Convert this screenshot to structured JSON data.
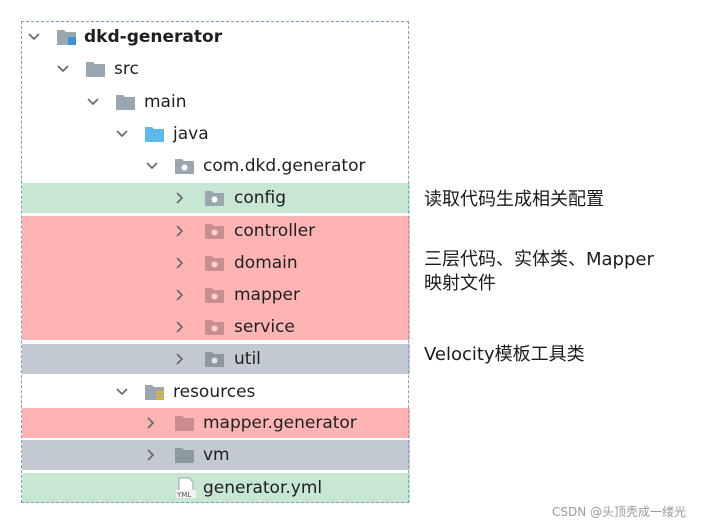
{
  "tree": {
    "rows": [
      {
        "label": "dkd-generator",
        "icon": "module-folder-icon",
        "expanded": true
      },
      {
        "label": "src",
        "icon": "folder-icon",
        "expanded": true
      },
      {
        "label": "main",
        "icon": "folder-icon",
        "expanded": true
      },
      {
        "label": "java",
        "icon": "source-root-folder-icon",
        "expanded": true
      },
      {
        "label": "com.dkd.generator",
        "icon": "package-icon",
        "expanded": true
      },
      {
        "label": "config",
        "icon": "package-icon",
        "expanded": false,
        "highlight": "green"
      },
      {
        "label": "controller",
        "icon": "package-icon",
        "expanded": false,
        "highlight": "red"
      },
      {
        "label": "domain",
        "icon": "package-icon",
        "expanded": false,
        "highlight": "red"
      },
      {
        "label": "mapper",
        "icon": "package-icon",
        "expanded": false,
        "highlight": "red"
      },
      {
        "label": "service",
        "icon": "package-icon",
        "expanded": false,
        "highlight": "red"
      },
      {
        "label": "util",
        "icon": "package-icon",
        "expanded": false,
        "highlight": "gray"
      },
      {
        "label": "resources",
        "icon": "resources-folder-icon",
        "expanded": true
      },
      {
        "label": "mapper.generator",
        "icon": "folder-icon",
        "expanded": false,
        "highlight": "red"
      },
      {
        "label": "vm",
        "icon": "folder-icon",
        "expanded": false,
        "highlight": "gray"
      },
      {
        "label": "generator.yml",
        "icon": "yml-file-icon",
        "highlight": "green"
      }
    ]
  },
  "annotations": {
    "config_note": "读取代码生成相关配置",
    "layers_note_line1": "三层代码、实体类、Mapper",
    "layers_note_line2": "映射文件",
    "util_note": "Velocity模板工具类"
  },
  "watermark": "CSDN @头顶秃成一缕光",
  "colors": {
    "highlight_green": "#c7e6d4",
    "highlight_red": "#ffb4b4",
    "highlight_gray": "#c3c9d0",
    "folder_gray": "#9aa7b0",
    "source_root_blue": "#5fb8e8",
    "package_dot_red": "#e88b8b",
    "frame_border": "#7f9fc6"
  }
}
